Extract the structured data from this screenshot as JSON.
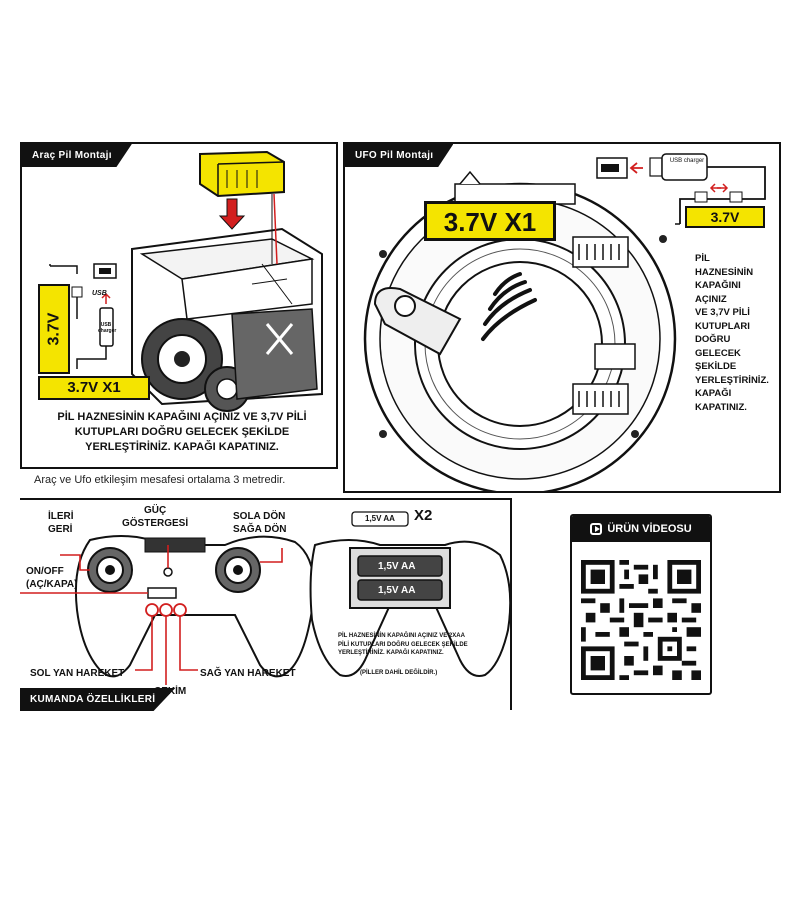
{
  "vehicle": {
    "title": "Araç Pil Montajı",
    "battery_label": "3.7V",
    "battery_tag": "3.7V X1",
    "usb_label": "USB",
    "usb_sublabel": "USB charger",
    "instructions": "PİL HAZNESİNİN KAPAĞINI AÇINIZ VE 3,7V PİLİ KUTUPLARI DOĞRU GELECEK ŞEKİLDE YERLEŞTİRİNİZ. KAPAĞI KAPATINIZ."
  },
  "ufo": {
    "title": "UFO Pil Montajı",
    "battery_tag": "3.7V X1",
    "cable_label": "3.7V",
    "usb_sublabel": "USB charger",
    "instructions": [
      "PİL",
      "HAZNESİNİN",
      "KAPAĞINI",
      "AÇINIZ",
      "VE 3,7V PİLİ",
      "KUTUPLARI",
      "DOĞRU",
      "GELECEK",
      "ŞEKİLDE",
      "YERLEŞTİRİNİZ.",
      "KAPAĞI",
      "KAPATINIZ."
    ]
  },
  "note": "Araç ve Ufo etkileşim mesafesi ortalama 3 metredir.",
  "remote": {
    "title": "KUMANDA ÖZELLİKLERİ",
    "labels": {
      "forward_back": [
        "İLERİ",
        "GERİ"
      ],
      "power_indicator": [
        "GÜÇ",
        "GÖSTERGESİ"
      ],
      "turn": [
        "SOLA DÖN",
        "SAĞA DÖN"
      ],
      "onoff": [
        "ON/OFF",
        "(AÇ/KAPA)"
      ],
      "left_side": "SOL YAN HAREKET",
      "right_side": "SAĞ YAN HAREKET",
      "pull": "ÇEKİM"
    },
    "battery_type": "1,5V AA",
    "battery_count": "X2",
    "cell_label": "1,5V AA",
    "instructions": "PİL HAZNESİNİN KAPAĞINI AÇINIZ VE 2XAA PİLİ KUTUPLARI DOĞRU GELECEK ŞEKİLDE YERLEŞTİRİNİZ. KAPAĞI KAPATINIZ.",
    "batteries_note": "(PİLLER DAHİL DEĞİLDİR.)"
  },
  "video": {
    "title": "ÜRÜN VİDEOSU"
  },
  "colors": {
    "accent_yellow": "#f4e400",
    "callout_red": "#d21f1f",
    "ink": "#111111"
  }
}
